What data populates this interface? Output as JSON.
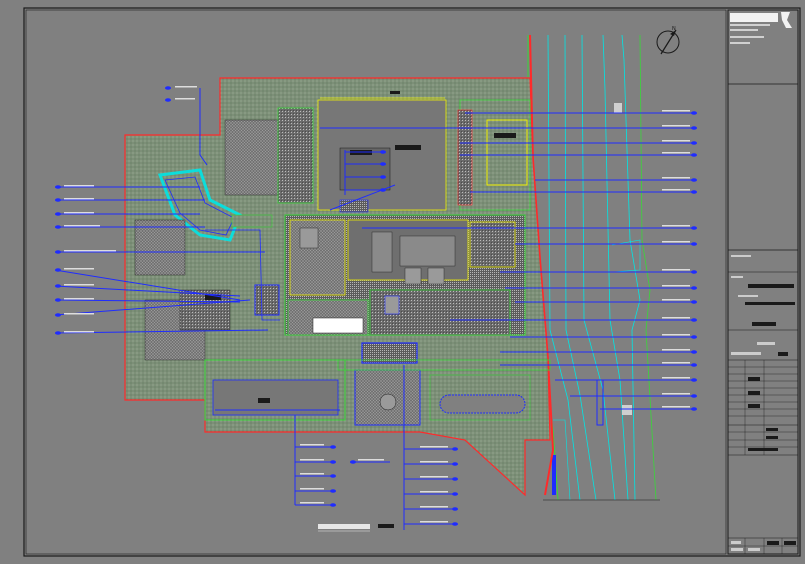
{
  "drawing": {
    "title": "",
    "north_symbol": "north-arrow-icon",
    "colors": {
      "background": "#808080",
      "frame": "#1a1a1a",
      "red_boundary": "#ff2a2a",
      "blue_leader": "#1f2cff",
      "cyan_road": "#00e5e5",
      "green_road": "#39d639",
      "yellow_line": "#f0f000",
      "hatch_green": "#6f8f6a"
    }
  },
  "callouts_left_count": 10,
  "callouts_right_count": 16,
  "callouts_bottom_count": 12
}
